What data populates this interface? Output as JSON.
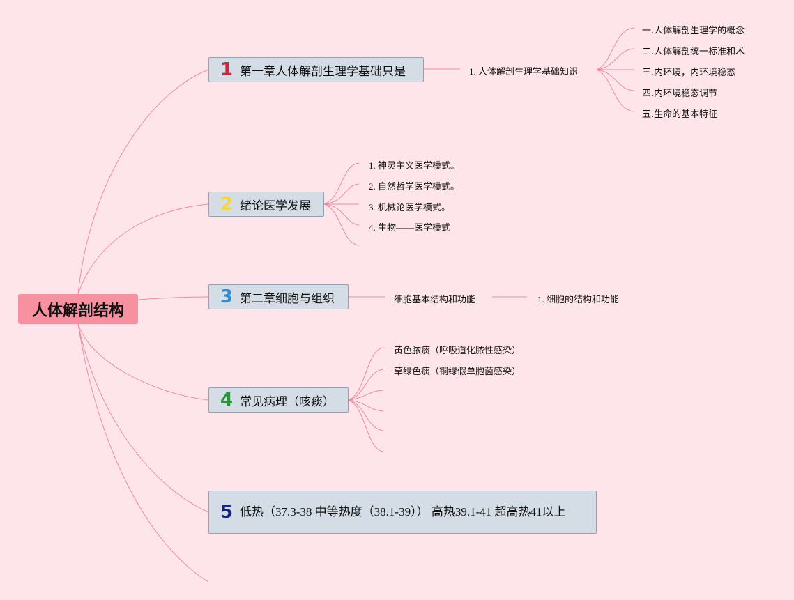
{
  "colors": {
    "background": "#fee5ea",
    "root_fill": "#f7909f",
    "branch_fill": "#d4dde6",
    "branch_border": "#8fa3b1",
    "connector": "#f08aa0",
    "num1": "#d4233a",
    "num2": "#f5d73c",
    "num3": "#2b8fd6",
    "num4": "#1e9a2e",
    "num5": "#1a237e"
  },
  "root": {
    "label": "人体解剖结构"
  },
  "branches": [
    {
      "number": "1",
      "label": "第一章人体解剖生理学基础只是",
      "sub": "1. 人体解剖生理学基础知识",
      "items": [
        "一.人体解剖生理学的概念",
        "二.人体解剖统一标准和术",
        "三.内环境，内环境稳态",
        "四.内环境稳态调节",
        "五.生命的基本特征"
      ]
    },
    {
      "number": "2",
      "label": "绪论医学发展",
      "items": [
        "1. 神灵主义医学模式。",
        "2. 自然哲学医学模式。",
        "3. 机械论医学模式。",
        "4. 生物——医学模式"
      ]
    },
    {
      "number": "3",
      "label": "第二章细胞与组织",
      "sub": "细胞基本结构和功能",
      "items": [
        "1. 细胞的结构和功能"
      ]
    },
    {
      "number": "4",
      "label": "常见病理（咳痰）",
      "items": [
        "黄色脓痰（呼吸道化脓性感染）",
        "草绿色痰（铜绿假单胞菌感染）"
      ]
    },
    {
      "number": "5",
      "label": "低热（37.3-38 中等热度（38.1-39）） 高热39.1-41 超高热41以上"
    }
  ]
}
